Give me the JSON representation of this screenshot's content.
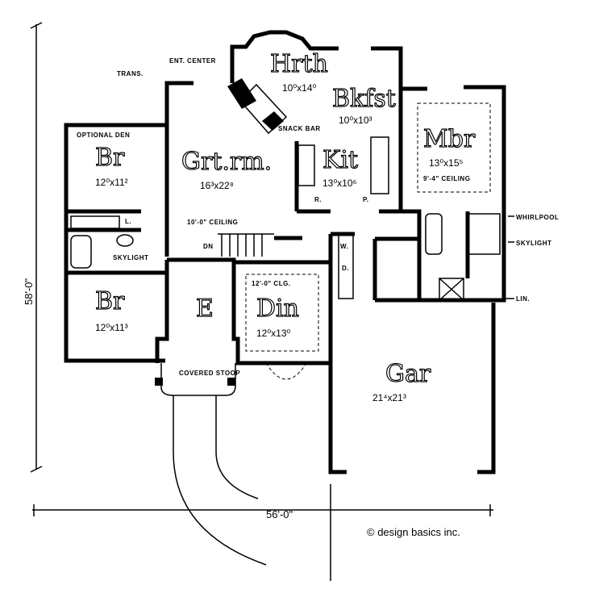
{
  "plan": {
    "rooms": {
      "hearth": {
        "name": "Hrth",
        "size": "10⁰x14⁰"
      },
      "breakfast": {
        "name": "Bkfst",
        "size": "10⁰x10³"
      },
      "master_bedroom": {
        "name": "Mbr",
        "size": "13⁰x15⁵",
        "ceiling": "9'-4\" CEILING"
      },
      "kitchen": {
        "name": "Kit",
        "size": "13⁰x10⁶"
      },
      "great_room": {
        "name": "Grt.rm.",
        "size": "16³x22⁸",
        "ceiling": "10'-0\" CEILING"
      },
      "bedroom_1": {
        "name": "Br",
        "size": "12⁰x11²",
        "note": "OPTIONAL DEN"
      },
      "bedroom_2": {
        "name": "Br",
        "size": "12⁰x11³"
      },
      "entry": {
        "name": "E"
      },
      "dining": {
        "name": "Din",
        "size": "12⁰x13⁰",
        "ceiling": "12'-0\" CLG."
      },
      "garage": {
        "name": "Gar",
        "size": "21⁴x21³"
      }
    },
    "notes": {
      "ent_center": "ENT. CENTER",
      "trans": "TRANS.",
      "snack_bar": "SNACK BAR",
      "range": "R.",
      "pantry": "P.",
      "linen_small": "L.",
      "skylight_left": "SKYLIGHT",
      "down": "DN",
      "washer": "W.",
      "dryer": "D.",
      "whirlpool": "WHIRLPOOL",
      "skylight_right": "SKYLIGHT",
      "linen": "LIN.",
      "covered_stoop": "COVERED STOOP"
    },
    "dimensions": {
      "width": "56'-0\"",
      "depth": "58'-0\""
    },
    "copyright": "© design basics inc."
  }
}
